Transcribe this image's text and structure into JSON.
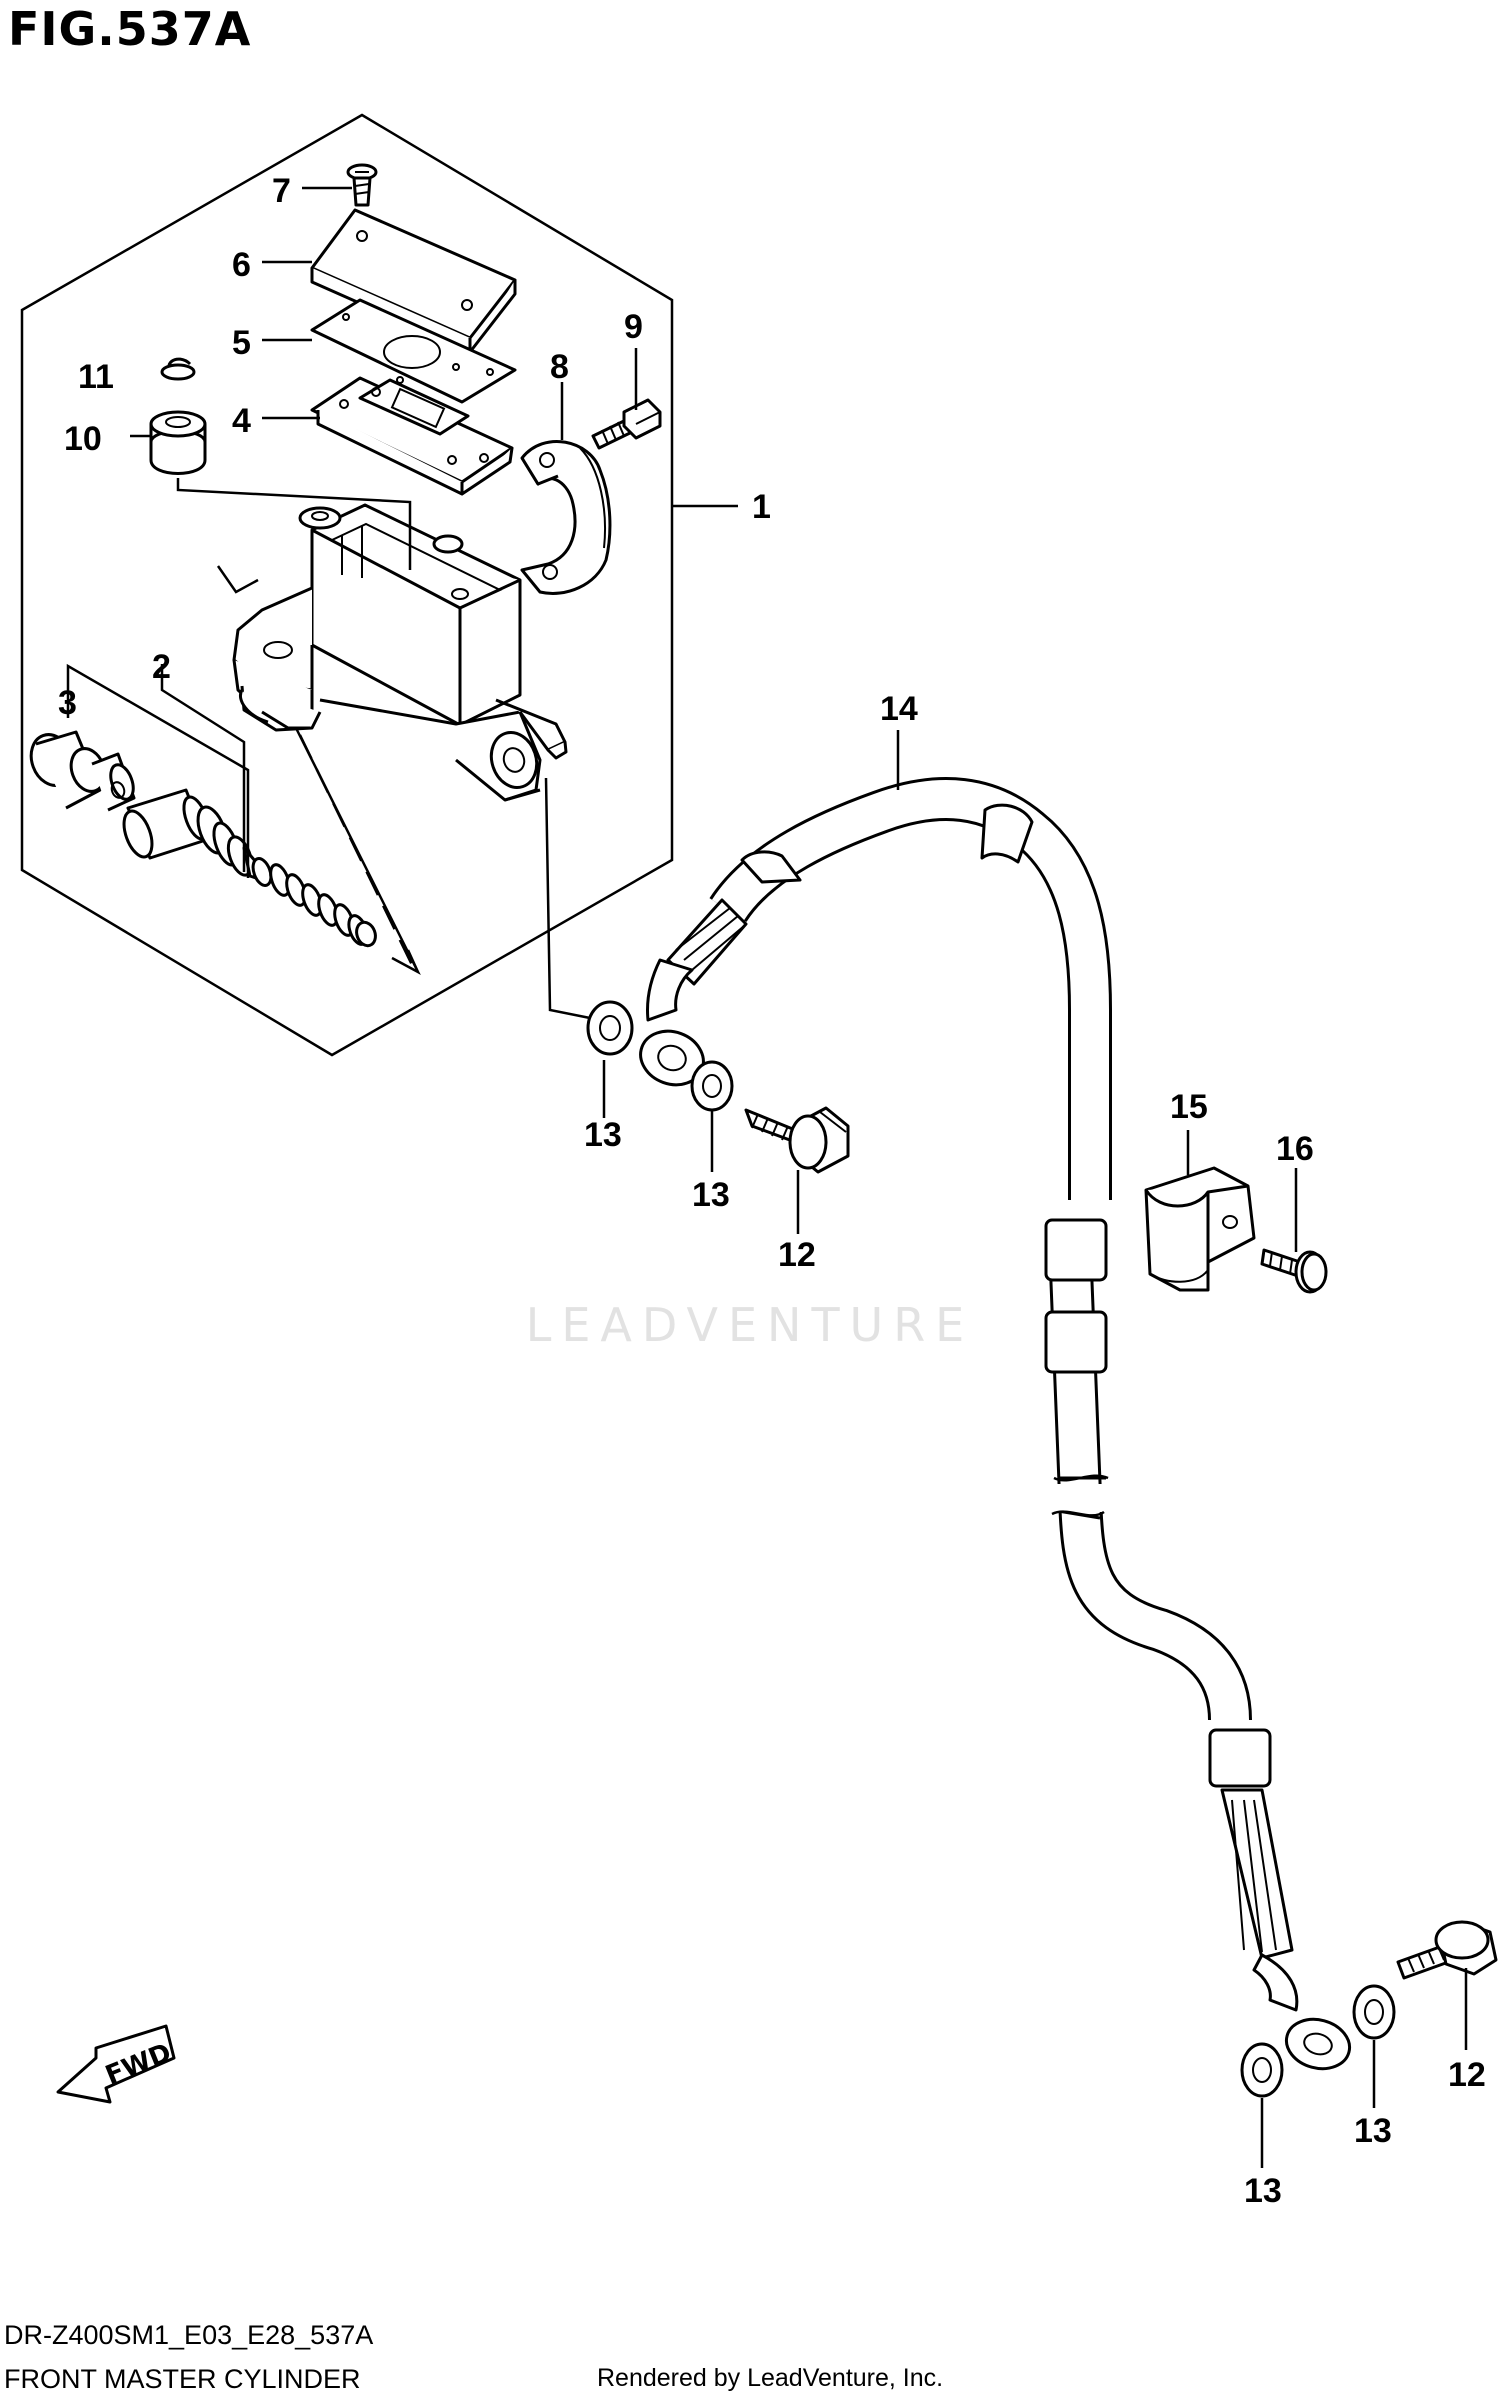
{
  "figure": {
    "title": "FIG.537A",
    "model_code": "DR-Z400SM1_E03_E28_537A",
    "section_name": "FRONT MASTER CYLINDER",
    "rendered_by": "Rendered by LeadVenture, Inc.",
    "watermark": "LEADVENTURE",
    "fwd_label": "FWD"
  },
  "callouts": {
    "c1": "1",
    "c2": "2",
    "c3": "3",
    "c4": "4",
    "c5": "5",
    "c6": "6",
    "c7": "7",
    "c8": "8",
    "c9": "9",
    "c10": "10",
    "c11": "11",
    "c12a": "12",
    "c12b": "12",
    "c13a": "13",
    "c13b": "13",
    "c13c": "13",
    "c13d": "13",
    "c14": "14",
    "c15": "15",
    "c16": "16"
  }
}
